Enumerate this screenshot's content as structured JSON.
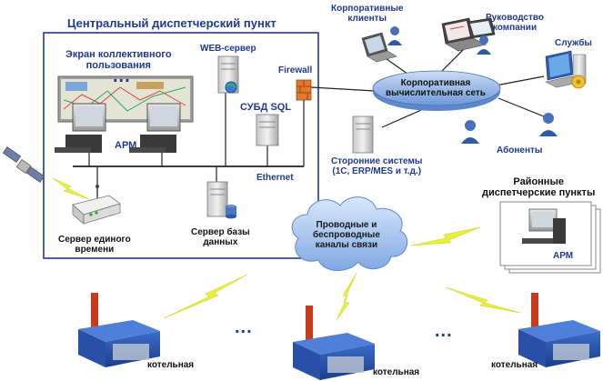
{
  "labels": {
    "central_title": "Центральный диспетчерский пункт",
    "collective_screen": [
      "Экран коллективного",
      "пользования"
    ],
    "web_server": "WEB-сервер",
    "firewall": "Firewall",
    "dbms": "СУБД SQL",
    "arm_central": "АРМ",
    "ethernet": "Ethernet",
    "time_server": [
      "Сервер единого",
      "времени"
    ],
    "db_server": [
      "Сервер базы",
      "данных"
    ],
    "corp_clients": [
      "Корпоративные",
      "клиенты"
    ],
    "management": [
      "Руководство",
      "компании"
    ],
    "services": "Службы",
    "corp_network": [
      "Корпоративная",
      "вычислительная сеть"
    ],
    "external_systems": [
      "Сторонние системы",
      "(1С, ERP/MES и т.д.)"
    ],
    "subscribers": "Абоненты",
    "regional_points": [
      "Районные",
      "диспетчерские пункты"
    ],
    "arm_regional": "АРМ",
    "comm_channels": [
      "Проводные и",
      "беспроводные",
      "каналы связи"
    ],
    "boiler_1": "котельная",
    "boiler_2": "котельная",
    "boiler_3": "котельная",
    "ellipsis_arm": "...",
    "ellipsis_1": "...",
    "ellipsis_2": "..."
  },
  "colors": {
    "frame": "#1f3a93",
    "label_blue": "#1f3a93",
    "network_ellipse": "#8fb3e6",
    "cloud": "#a9c8ef",
    "lightning": "#e8ef3a",
    "firewall": "#e07a28"
  }
}
